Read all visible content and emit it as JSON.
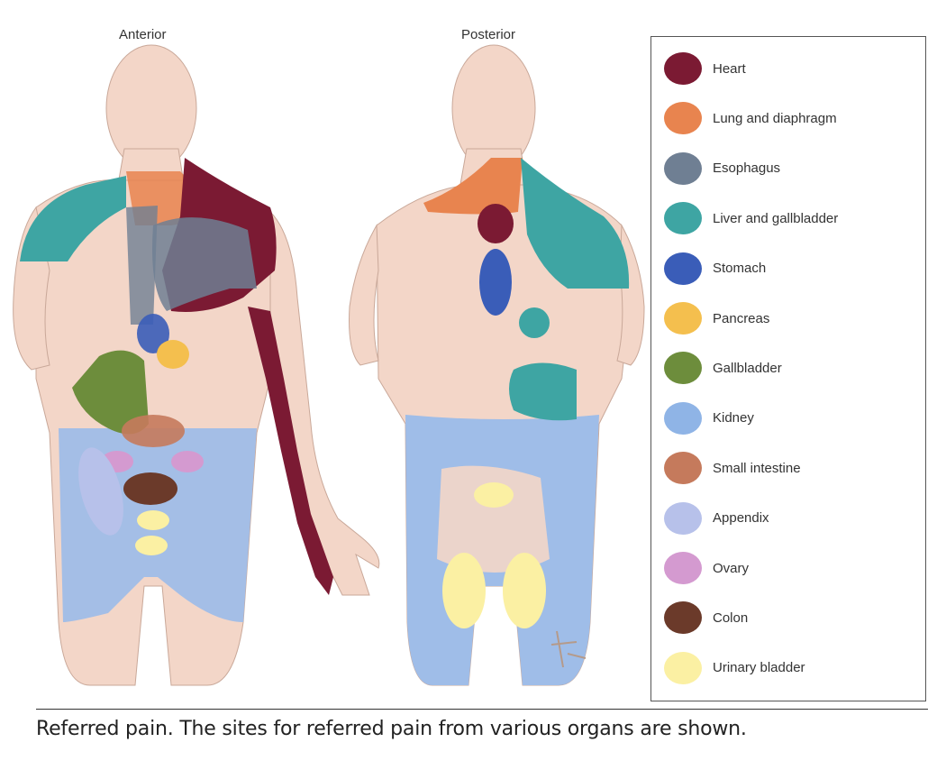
{
  "views": {
    "anterior": "Anterior",
    "posterior": "Posterior"
  },
  "legend": [
    {
      "label": "Heart",
      "color": "#7b1a33"
    },
    {
      "label": "Lung and diaphragm",
      "color": "#e8844f"
    },
    {
      "label": "Esophagus",
      "color": "#6f7f93"
    },
    {
      "label": "Liver and gallbladder",
      "color": "#3ea5a3"
    },
    {
      "label": "Stomach",
      "color": "#3a5db8"
    },
    {
      "label": "Pancreas",
      "color": "#f4bf4e"
    },
    {
      "label": "Gallbladder",
      "color": "#6d8d3c"
    },
    {
      "label": "Kidney",
      "color": "#8fb4e6"
    },
    {
      "label": "Small intestine",
      "color": "#c57a5c"
    },
    {
      "label": "Appendix",
      "color": "#b7c1ea"
    },
    {
      "label": "Ovary",
      "color": "#d49ad0"
    },
    {
      "label": "Colon",
      "color": "#6b3a2a"
    },
    {
      "label": "Urinary bladder",
      "color": "#fbf0a3"
    }
  ],
  "caption": "Referred pain. The sites for referred pain from various organs are shown.",
  "colors": {
    "skin": "#f3d6c8",
    "skin_outline": "#c9a899",
    "lower_body": "#9fbde8"
  }
}
